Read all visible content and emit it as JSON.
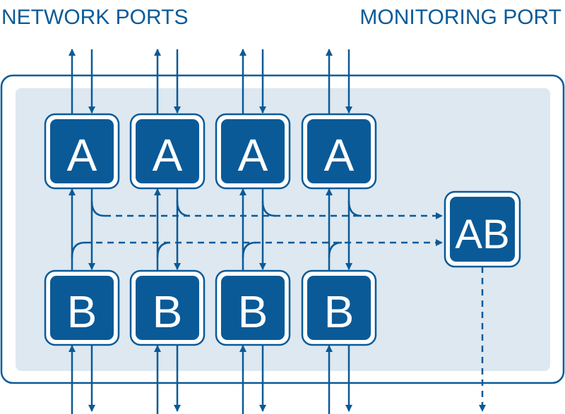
{
  "labels": {
    "network_ports": "NETWORK PORTS",
    "monitoring_port": "MONITORING PORT"
  },
  "colors": {
    "primary": "#0a5a98",
    "panel_bg": "#dde8f1",
    "outline": "#0a5a98",
    "node_text": "#ffffff"
  },
  "nodes_top": [
    {
      "letter": "A"
    },
    {
      "letter": "A"
    },
    {
      "letter": "A"
    },
    {
      "letter": "A"
    }
  ],
  "nodes_bottom": [
    {
      "letter": "B"
    },
    {
      "letter": "B"
    },
    {
      "letter": "B"
    },
    {
      "letter": "B"
    }
  ],
  "monitor_node": {
    "letter": "AB"
  }
}
